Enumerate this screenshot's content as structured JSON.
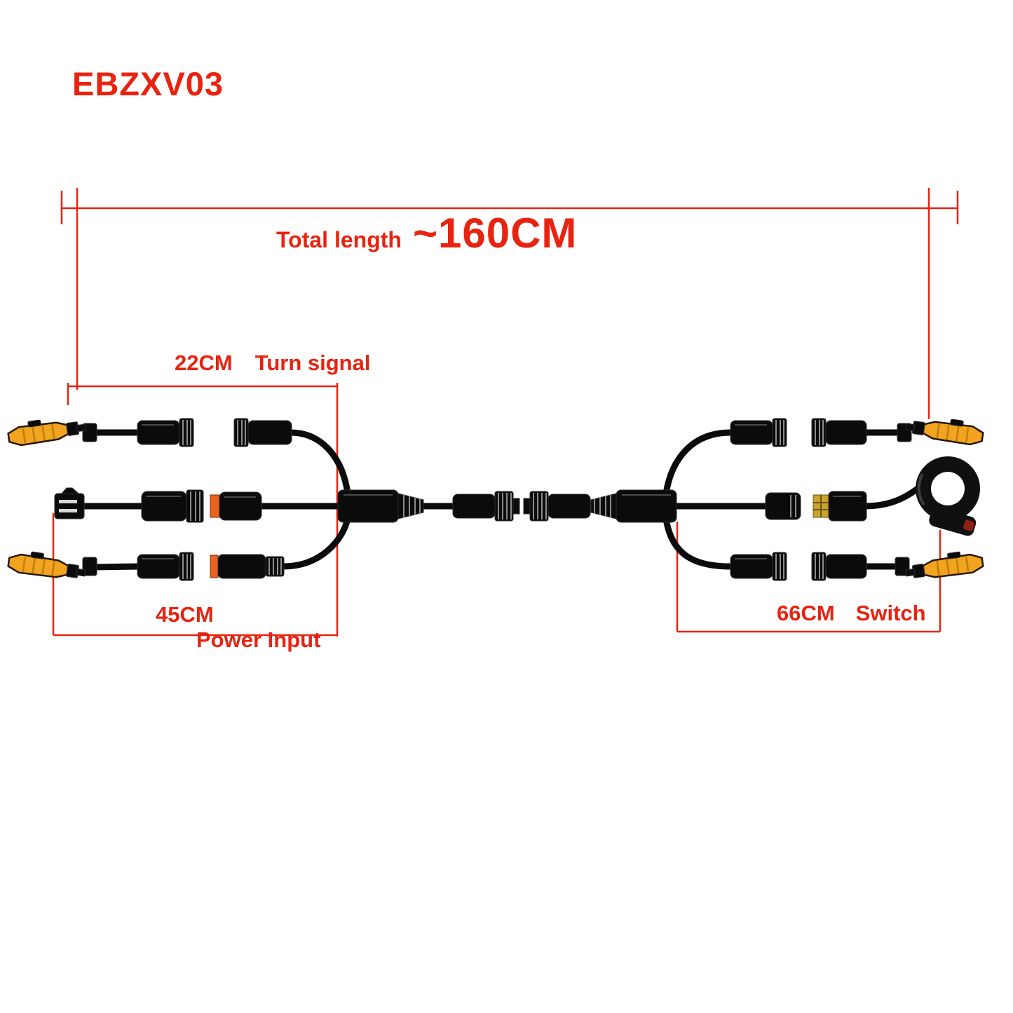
{
  "header": {
    "model": "EBZXV03"
  },
  "dimensions": {
    "total": {
      "label": "Total length",
      "value": "~160CM"
    },
    "turn_signal": {
      "value": "22CM",
      "label": "Turn signal"
    },
    "power_input": {
      "value": "45CM",
      "label": "Power Input"
    },
    "switch": {
      "value": "66CM",
      "label": "Switch"
    }
  },
  "colors": {
    "dimension_red": "#e82310",
    "lamp_amber": "#f2a41f",
    "lamp_amber_dark": "#b67708",
    "cable_black": "#0b0b0b",
    "connector_orange": "#e8641e",
    "connector_gold": "#c9a22b"
  }
}
